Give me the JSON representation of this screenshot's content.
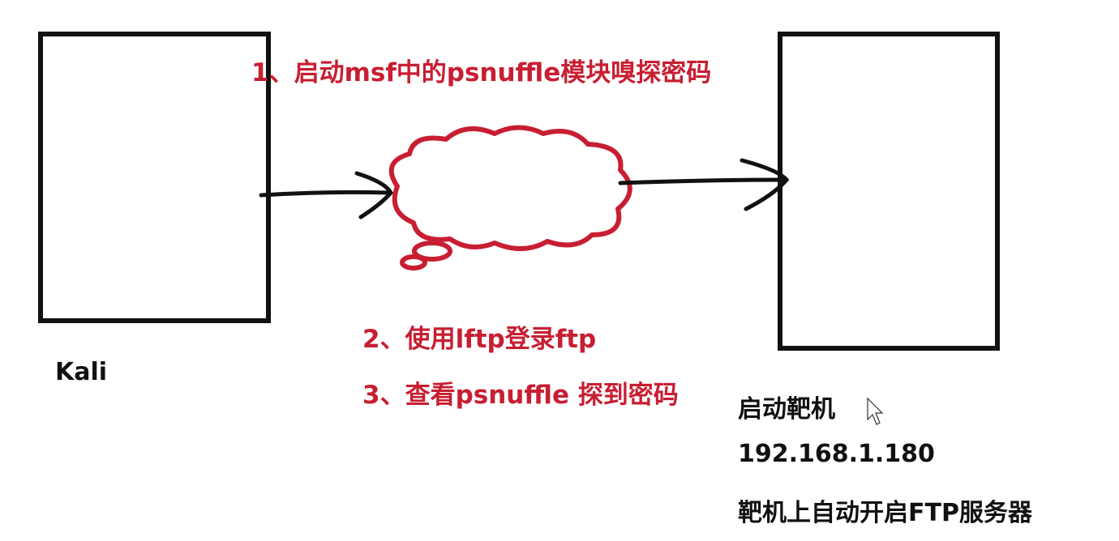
{
  "colors": {
    "annotation": "#c81e32",
    "ink": "#111111",
    "background": "#ffffff"
  },
  "steps": {
    "step1": "1、启动msf中的psnuffle模块嗅探密码",
    "step2": "2、使用lftp登录ftp",
    "step3": "3、查看psnuffle 探到密码"
  },
  "attacker": {
    "label": "Kali"
  },
  "target": {
    "action": "启动靶机",
    "ip": "192.168.1.180",
    "note": "靶机上自动开启FTP服务器"
  },
  "icons": {
    "network": "cloud-icon",
    "pointer": "mouse-cursor-icon"
  }
}
